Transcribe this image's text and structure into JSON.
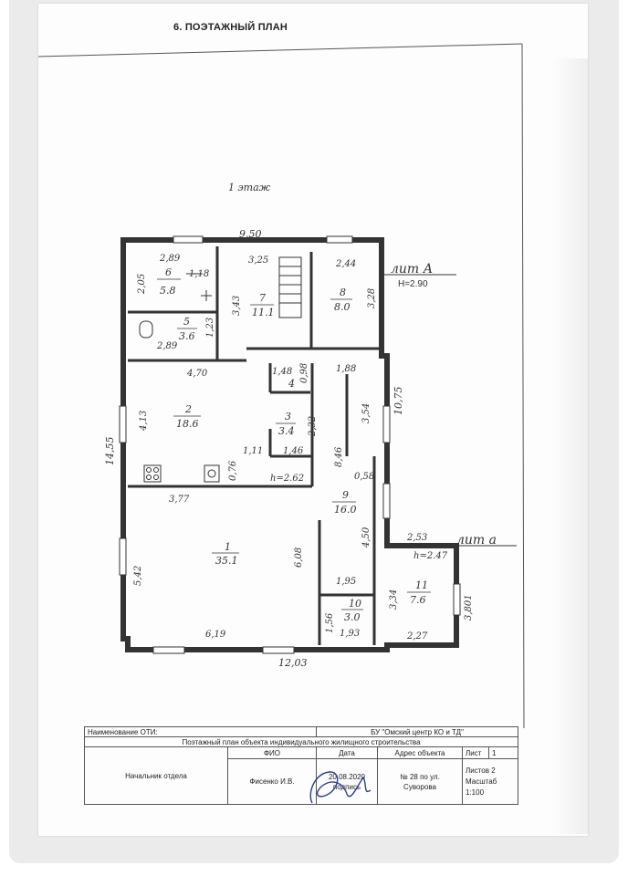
{
  "document": {
    "section_title": "6. ПОЭТАЖНЫЙ ПЛАН",
    "floor_label": "1 этаж",
    "building_label": "лит А",
    "building_height": "H=2.90",
    "annex_label": "лит а",
    "colors": {
      "ink": "#333333",
      "paper": "#fdfdfd",
      "signature": "#2b3d8f"
    }
  },
  "plan": {
    "outer_dims": {
      "top_width": "9,50",
      "bottom_width": "12,03",
      "left_height": "14,55",
      "right_height": "10,75"
    },
    "rooms": [
      {
        "number": "1",
        "area": "35.1"
      },
      {
        "number": "2",
        "area": "18.6"
      },
      {
        "number": "3",
        "area": "3.4"
      },
      {
        "number": "4",
        "area": ""
      },
      {
        "number": "5",
        "area": "3.6"
      },
      {
        "number": "6",
        "area": "5.8"
      },
      {
        "number": "7",
        "area": "11.1"
      },
      {
        "number": "8",
        "area": "8.0"
      },
      {
        "number": "9",
        "area": "16.0"
      },
      {
        "number": "10",
        "area": "3.0"
      },
      {
        "number": "11",
        "area": "7.6"
      }
    ],
    "dimensions": [
      "2,89",
      "3,25",
      "2,44",
      "2,05",
      "1,18",
      "3,43",
      "3,28",
      "1,23",
      "2,89",
      "4,70",
      "1,48",
      "0,98",
      "1,88",
      "4,13",
      "2,32",
      "3,54",
      "8,46",
      "1,11",
      "1,46",
      "0,76",
      "0,58",
      "3,77",
      "4,50",
      "5,42",
      "6,08",
      "2,53",
      "1,95",
      "3,34",
      "3,801",
      "1,56",
      "1,93",
      "6,19",
      "2,27"
    ],
    "ceiling_heights": [
      "h=2.62",
      "h=2.47"
    ]
  },
  "stamp": {
    "org_label": "Наименование ОТИ:",
    "org_name": "БУ \"Омский центр КО и ТД\"",
    "doc_name": "Поэтажный план объекта индивидуального жилищного строительства",
    "col_fio": "ФИО",
    "col_date": "Дата",
    "col_address": "Адрес объекта",
    "sheet": "Лист",
    "sheet_no": "1",
    "sheets_total": "Листов 2",
    "scale": "Масштаб 1:100",
    "position": "Начальник отдела",
    "person": "Фисенко И.В.",
    "date": "20.08.2020",
    "signature_word": "подпись",
    "address_line1": "№ 28 по ул.",
    "address_line2": "Суворова"
  }
}
